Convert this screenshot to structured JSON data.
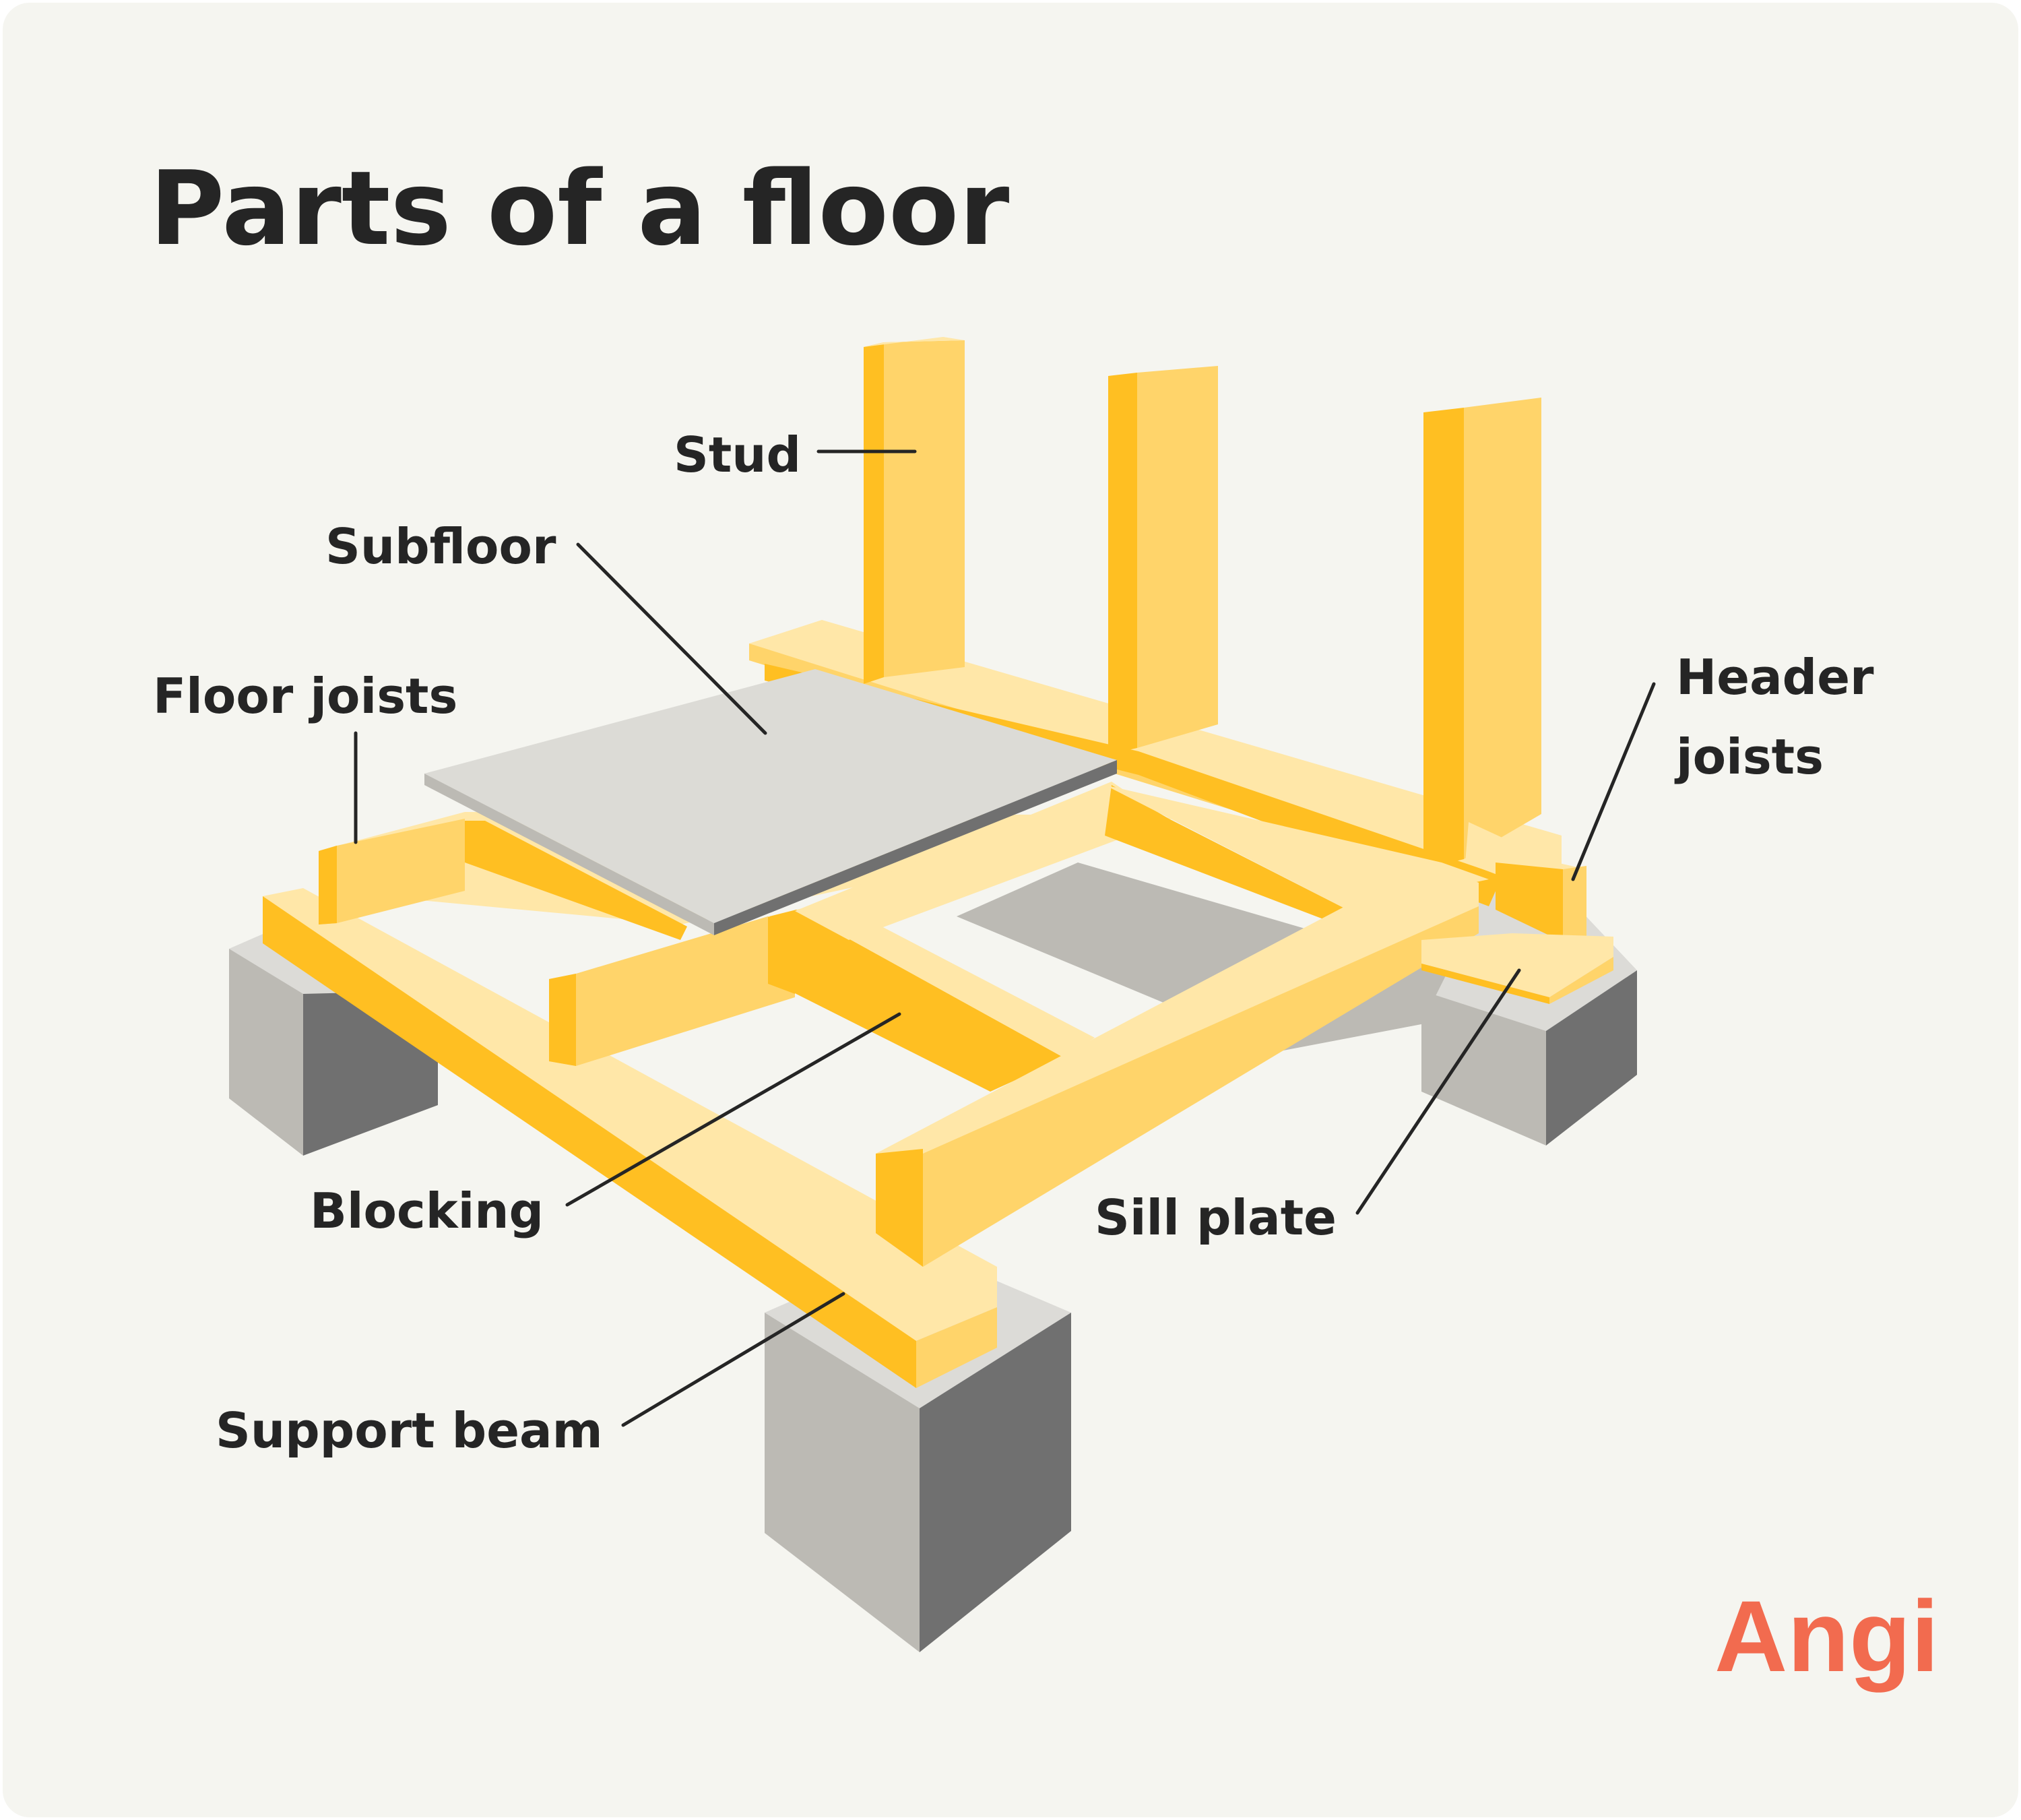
{
  "title": "Parts of a floor",
  "labels": {
    "stud": "Stud",
    "subfloor": "Subfloor",
    "floor_joists": "Floor joists",
    "header_joists_line1": "Header",
    "header_joists_line2": "joists",
    "blocking": "Blocking",
    "sill_plate": "Sill plate",
    "support_beam": "Support beam"
  },
  "logo": "Angi",
  "colors": {
    "background": "#F5F5F0",
    "wood_light": "#FFE7A8",
    "wood_mid": "#FFD46A",
    "wood_dark": "#FFBF22",
    "concrete_light": "#DCDBD7",
    "concrete_mid": "#BCBAB4",
    "concrete_dark": "#707070",
    "subfloor_top": "#DCDBD6",
    "subfloor_edge": "#707070",
    "text": "#252525",
    "brand": "#F26B4F"
  }
}
